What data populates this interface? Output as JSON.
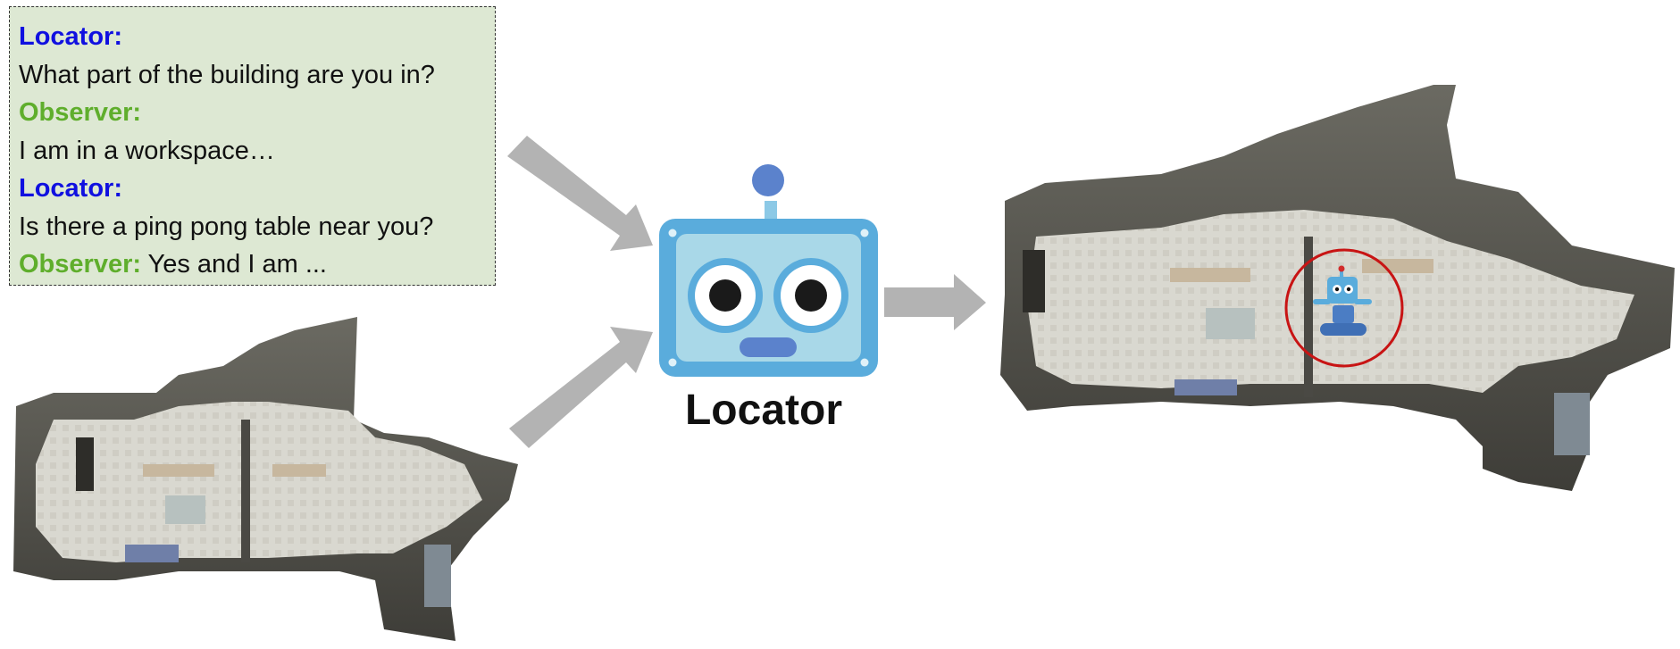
{
  "dialog": {
    "turns": [
      {
        "speaker": "Locator:",
        "text": "",
        "role": "locator"
      },
      {
        "speaker": "",
        "text": "What part of the building are you in?",
        "role": "text"
      },
      {
        "speaker": "Observer:",
        "text": "",
        "role": "observer"
      },
      {
        "speaker": "",
        "text": "I am in a workspace…",
        "role": "text"
      },
      {
        "speaker": "Locator:",
        "text": "",
        "role": "locator"
      },
      {
        "speaker": "",
        "text": "Is there a ping pong table near you?",
        "role": "text"
      },
      {
        "speaker": "Observer:",
        "text": " Yes and I am ...",
        "role": "observer"
      }
    ]
  },
  "agent": {
    "label": "Locator"
  },
  "colors": {
    "locator_speaker": "#1010e0",
    "observer_speaker": "#5fae2c",
    "dialog_bg": "#dde8d3",
    "arrow": "#b3b3b3",
    "robot_frame": "#5aacdc",
    "robot_face": "#a9d8e8",
    "robot_mouth": "#5b82cc",
    "location_marker": "#c81414"
  },
  "icons": {
    "robot": "robot-icon",
    "input_map": "floorplan-map-icon",
    "output_map": "floorplan-map-icon",
    "marker": "location-circle-icon"
  }
}
